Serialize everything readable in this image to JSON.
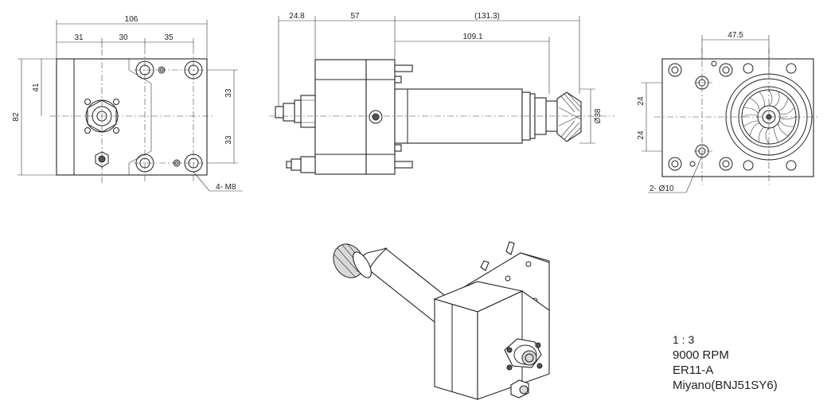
{
  "front_view": {
    "dim_overall_width": "106",
    "dim_seg_1": "31",
    "dim_seg_2": "30",
    "dim_seg_3": "35",
    "dim_height": "82",
    "dim_left_offset": "41",
    "dim_hole_upper": "33",
    "dim_hole_lower": "33",
    "callout_threads": "4- M8"
  },
  "side_view": {
    "dim_left": "24.8",
    "dim_mid": "57",
    "dim_total_ref": "(131.3)",
    "dim_shaft": "109.1",
    "dim_diameter": "Ø38"
  },
  "rear_view": {
    "dim_width": "47.5",
    "dim_upper": "24",
    "dim_lower": "24",
    "callout_pins": "2- Ø10"
  },
  "notes": {
    "scale": "1 : 3",
    "speed": "9000 RPM",
    "collet": "ER11-A",
    "machine": "Miyano(BNJ51SY6)"
  },
  "colors": {
    "line": "#222222",
    "background": "#ffffff"
  }
}
